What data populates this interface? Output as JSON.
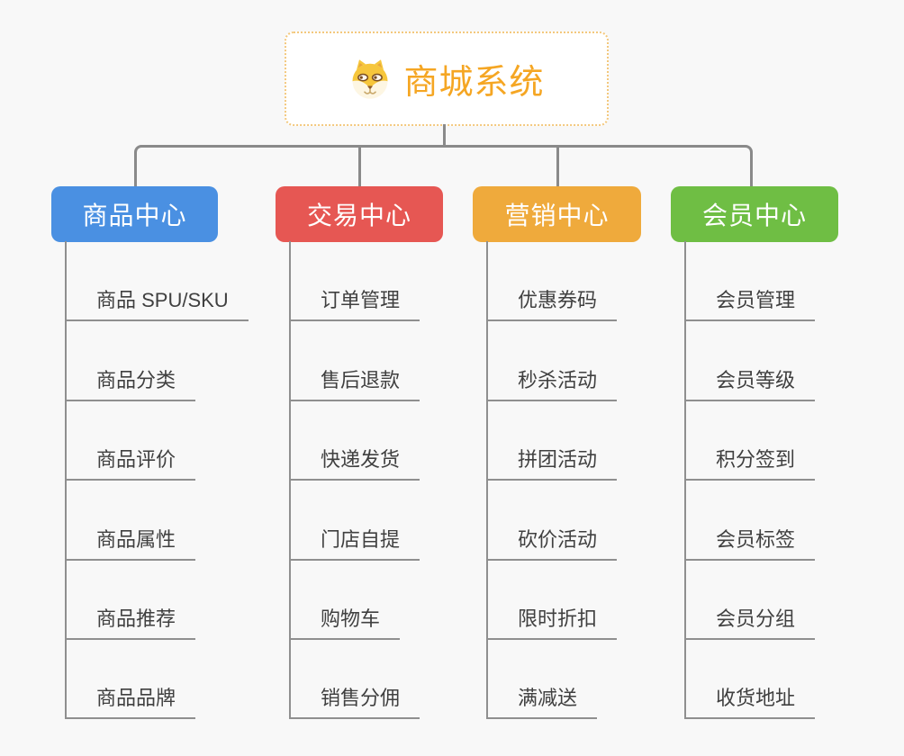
{
  "app": {
    "description": "mall-system mind map canvas"
  },
  "canvas": {
    "background": "#f8f8f8",
    "connector_color": "#8a8a8a",
    "child_connector_color": "#8f8f8f",
    "item_text_color": "#404040"
  },
  "root": {
    "label": "商城系统",
    "icon": "dog-face-icon",
    "text_color": "#f5a623",
    "border_color": "#f3c87d",
    "background": "#ffffff"
  },
  "branches": [
    {
      "label": "商品中心",
      "color": "#4a90e2",
      "items": [
        "商品 SPU/SKU",
        "商品分类",
        "商品评价",
        "商品属性",
        "商品推荐",
        "商品品牌"
      ]
    },
    {
      "label": "交易中心",
      "color": "#e65753",
      "items": [
        "订单管理",
        "售后退款",
        "快递发货",
        "门店自提",
        "购物车",
        "销售分佣"
      ]
    },
    {
      "label": "营销中心",
      "color": "#efaa3c",
      "items": [
        "优惠券码",
        "秒杀活动",
        "拼团活动",
        "砍价活动",
        "限时折扣",
        "满减送"
      ]
    },
    {
      "label": "会员中心",
      "color": "#6fbe44",
      "items": [
        "会员管理",
        "会员等级",
        "积分签到",
        "会员标签",
        "会员分组",
        "收货地址"
      ]
    }
  ]
}
